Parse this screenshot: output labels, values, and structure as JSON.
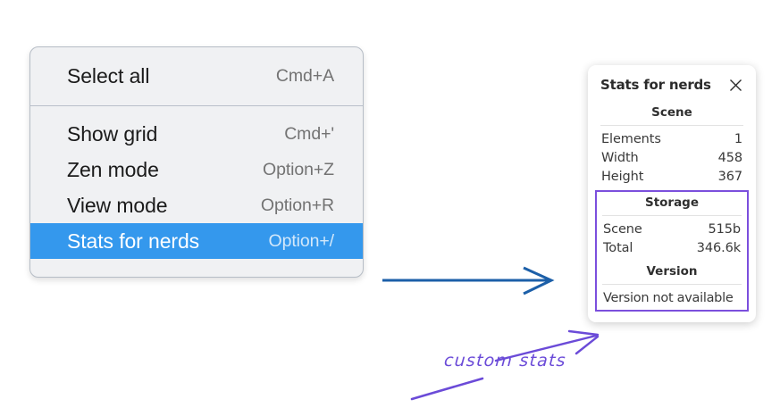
{
  "context_menu": {
    "name": "canvas-context-menu",
    "sections": [
      {
        "items": [
          {
            "label": "Select all",
            "shortcut": "Cmd+A",
            "selected": false
          }
        ]
      },
      {
        "items": [
          {
            "label": "Show grid",
            "shortcut": "Cmd+'",
            "selected": false
          },
          {
            "label": "Zen mode",
            "shortcut": "Option+Z",
            "selected": false
          },
          {
            "label": "View mode",
            "shortcut": "Option+R",
            "selected": false
          },
          {
            "label": "Stats for nerds",
            "shortcut": "Option+/",
            "selected": true
          }
        ]
      }
    ],
    "highlight_color": "#3498ed",
    "background_color": "#f0f1f3",
    "border_color": "#b6bdc6"
  },
  "stats_panel": {
    "title": "Stats for nerds",
    "close_icon": "close-icon",
    "scene": {
      "heading": "Scene",
      "rows": [
        {
          "key": "Elements",
          "value": "1"
        },
        {
          "key": "Width",
          "value": "458"
        },
        {
          "key": "Height",
          "value": "367"
        }
      ]
    },
    "storage": {
      "heading": "Storage",
      "rows": [
        {
          "key": "Scene",
          "value": "515b"
        },
        {
          "key": "Total",
          "value": "346.6k"
        }
      ]
    },
    "version": {
      "heading": "Version",
      "text": "Version not available"
    },
    "highlight_border_color": "#7b4fdd"
  },
  "annotations": {
    "flow_arrow_color": "#1c5fa8",
    "callout_color": "#6b4bd8",
    "callout_text": "custom stats"
  }
}
